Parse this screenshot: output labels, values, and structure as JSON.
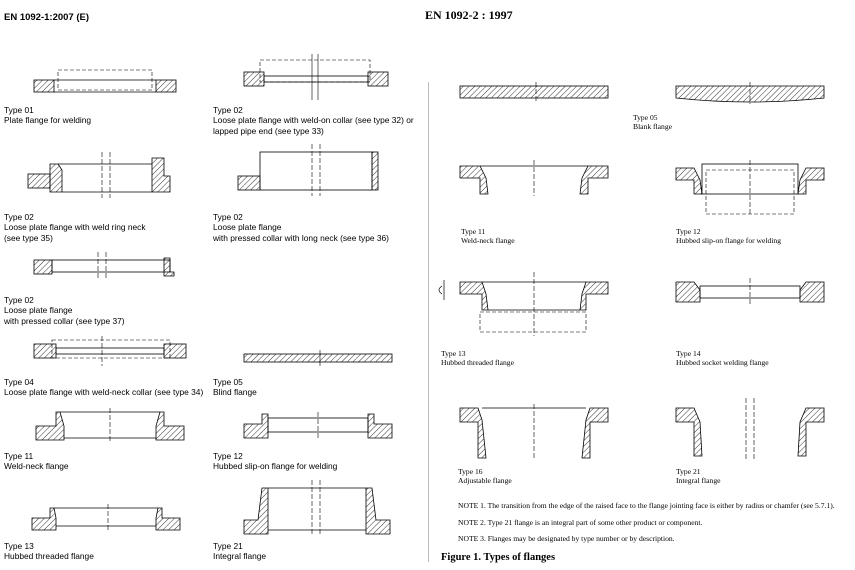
{
  "left": {
    "header": "EN 1092-1:2007 (E)",
    "captions": [
      {
        "id": "c1",
        "text": "Type 01\nPlate flange for welding"
      },
      {
        "id": "c2",
        "text": "Type 02\nLoose plate flange with weld-on collar (see type 32) or\nlapped pipe end (see type 33)"
      },
      {
        "id": "c3",
        "text": "Type 02\nLoose plate flange with weld ring neck\n(see type 35)"
      },
      {
        "id": "c4",
        "text": "Type 02\nLoose plate flange\nwith pressed collar with long neck (see type 36)"
      },
      {
        "id": "c5",
        "text": "Type 02\nLoose plate flange\nwith pressed collar (see type 37)"
      },
      {
        "id": "c6",
        "text": "Type 04\nLoose plate flange with weld-neck collar (see type 34)"
      },
      {
        "id": "c7",
        "text": "Type 05\nBlind flange"
      },
      {
        "id": "c8",
        "text": "Type 11\nWeld-neck flange"
      },
      {
        "id": "c9",
        "text": "Type 12\nHubbed slip-on flange for welding"
      },
      {
        "id": "c10",
        "text": "Type 13\nHubbed threaded flange"
      },
      {
        "id": "c11",
        "text": "Type 21\nIntegral flange"
      }
    ]
  },
  "right": {
    "header": "EN 1092-2 : 1997",
    "captions": [
      {
        "id": "r1",
        "text": "Type 05\nBlank flange"
      },
      {
        "id": "r2",
        "text": "Type 11\nWeld-neck flange"
      },
      {
        "id": "r3",
        "text": "Type 12\nHubbed slip-on flange for welding"
      },
      {
        "id": "r4",
        "text": "Type 13\nHubbed threaded flange"
      },
      {
        "id": "r5",
        "text": "Type 14\nHubbed socket welding flange"
      },
      {
        "id": "r6",
        "text": "Type 16\nAdjustable flange"
      },
      {
        "id": "r7",
        "text": "Type 21\nIntegral flange"
      }
    ],
    "notes": [
      {
        "id": "n1",
        "text": "NOTE 1. The transition from the edge of the raised face to the flange jointing face is either by radius or chamfer (see 5.7.1)."
      },
      {
        "id": "n2",
        "text": "NOTE 2. Type 21 flange is an integral part of some other product or component."
      },
      {
        "id": "n3",
        "text": "NOTE 3. Flanges may be designated by type number or by description."
      }
    ],
    "figure_caption": "Figure 1. Types of flanges"
  }
}
